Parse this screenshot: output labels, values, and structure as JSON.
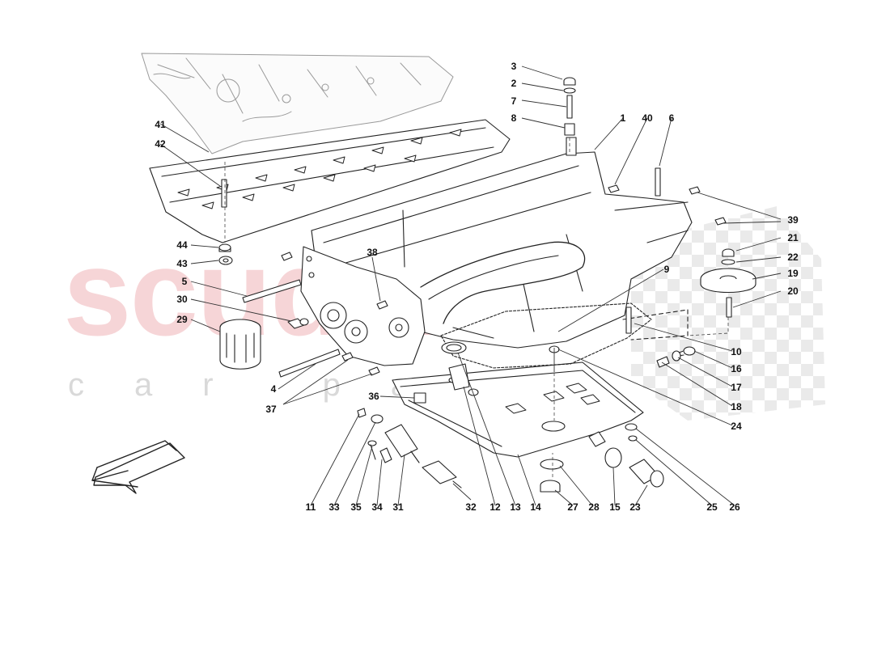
{
  "watermark": {
    "brand": "scuderia",
    "tagline": "car parts"
  },
  "callouts": [
    {
      "id": "c3",
      "label": "3"
    },
    {
      "id": "c2",
      "label": "2"
    },
    {
      "id": "c7",
      "label": "7"
    },
    {
      "id": "c8",
      "label": "8"
    },
    {
      "id": "c1",
      "label": "1"
    },
    {
      "id": "c40",
      "label": "40"
    },
    {
      "id": "c6",
      "label": "6"
    },
    {
      "id": "c41",
      "label": "41"
    },
    {
      "id": "c42",
      "label": "42"
    },
    {
      "id": "c39",
      "label": "39"
    },
    {
      "id": "c21",
      "label": "21"
    },
    {
      "id": "c22",
      "label": "22"
    },
    {
      "id": "c19",
      "label": "19"
    },
    {
      "id": "c20",
      "label": "20"
    },
    {
      "id": "c44",
      "label": "44"
    },
    {
      "id": "c43",
      "label": "43"
    },
    {
      "id": "c38",
      "label": "38"
    },
    {
      "id": "c9",
      "label": "9"
    },
    {
      "id": "c5",
      "label": "5"
    },
    {
      "id": "c30",
      "label": "30"
    },
    {
      "id": "c29",
      "label": "29"
    },
    {
      "id": "c10",
      "label": "10"
    },
    {
      "id": "c16",
      "label": "16"
    },
    {
      "id": "c17",
      "label": "17"
    },
    {
      "id": "c18",
      "label": "18"
    },
    {
      "id": "c24",
      "label": "24"
    },
    {
      "id": "c4",
      "label": "4"
    },
    {
      "id": "c37",
      "label": "37"
    },
    {
      "id": "c36",
      "label": "36"
    },
    {
      "id": "c11",
      "label": "11"
    },
    {
      "id": "c33",
      "label": "33"
    },
    {
      "id": "c35",
      "label": "35"
    },
    {
      "id": "c34",
      "label": "34"
    },
    {
      "id": "c31",
      "label": "31"
    },
    {
      "id": "c32",
      "label": "32"
    },
    {
      "id": "c12",
      "label": "12"
    },
    {
      "id": "c13",
      "label": "13"
    },
    {
      "id": "c14",
      "label": "14"
    },
    {
      "id": "c27",
      "label": "27"
    },
    {
      "id": "c28",
      "label": "28"
    },
    {
      "id": "c15",
      "label": "15"
    },
    {
      "id": "c23",
      "label": "23"
    },
    {
      "id": "c25",
      "label": "25"
    },
    {
      "id": "c26",
      "label": "26"
    }
  ]
}
